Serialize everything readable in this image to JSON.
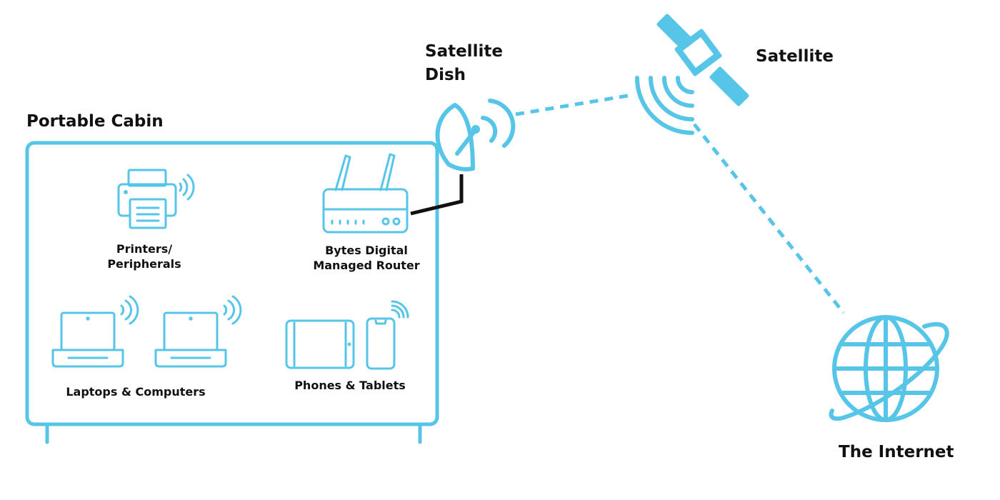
{
  "labels": {
    "cabin": "Portable Cabin",
    "dish_line1": "Satellite",
    "dish_line2": "Dish",
    "satellite": "Satellite",
    "printers_line1": "Printers/",
    "printers_line2": "Peripherals",
    "router_line1": "Bytes Digital",
    "router_line2": "Managed Router",
    "laptops": "Laptops & Computers",
    "phones": "Phones & Tablets",
    "internet": "The Internet"
  },
  "colors": {
    "accent": "#56c5e8",
    "cable": "#111111",
    "text": "#111111"
  },
  "icons": [
    "printer-icon",
    "wifi-icon",
    "router-icon",
    "laptop-icon",
    "tablet-icon",
    "phone-icon",
    "satellite-dish-icon",
    "satellite-icon",
    "globe-icon"
  ]
}
